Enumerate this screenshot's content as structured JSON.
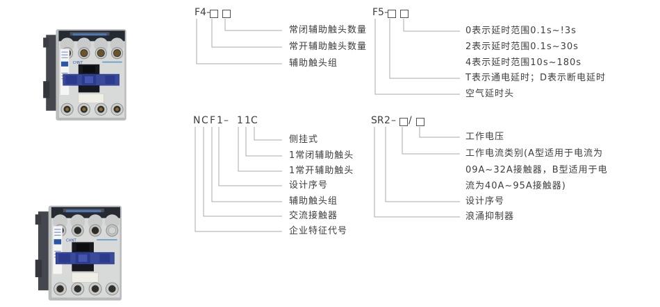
{
  "colors": {
    "background": "#ffffff",
    "text": "#3d3d3d",
    "connector_line": "#a9a9a9",
    "brand_blue": "#2a56a8",
    "contactor_body_gray": "#d8dad9",
    "contactor_slider_blue": "#3a4a9a"
  },
  "products": {
    "top": {
      "brand_mark": "CHNT",
      "description": "AC contactor product photo (light gray body, blue sliders)"
    },
    "bottom": {
      "brand_mark": "CHNT",
      "description": "AC contactor product photo (light gray body, blue sliders)"
    }
  },
  "diagrams": {
    "f4": {
      "code": "F4–",
      "placeholder_boxes": 2,
      "labels": [
        "常闭辅助触头数量",
        "常开辅助触头数量",
        "辅助触头组"
      ]
    },
    "f5": {
      "code": "F5–",
      "placeholder_boxes": 2,
      "labels": [
        "0表示延时范围0.1s~!3s",
        "2表示延时范围0.1s~30s",
        "4表示延时范围10s~180s",
        "T表示通电延时；D表示断电延时",
        "空气延时头"
      ]
    },
    "ncf1": {
      "code_chars": [
        "N",
        "C",
        "F",
        "1",
        "–",
        "1",
        "1",
        "C"
      ],
      "labels": [
        "侧挂式",
        "1常闭辅助触头",
        "1常开辅助触头",
        "设计序号",
        "辅助触头组",
        "交流接触器",
        "企业特征代号"
      ]
    },
    "sr2": {
      "code_chars": [
        "SR",
        "2",
        "–"
      ],
      "separator": "/",
      "placeholder_boxes": 2,
      "labels": [
        "工作电压",
        "工作电流类别(A型适用于电流为",
        "09A~32A接触器，B型适用于电",
        "流为40A~95A接触器)",
        "设计序号",
        "浪涌抑制器"
      ]
    }
  }
}
